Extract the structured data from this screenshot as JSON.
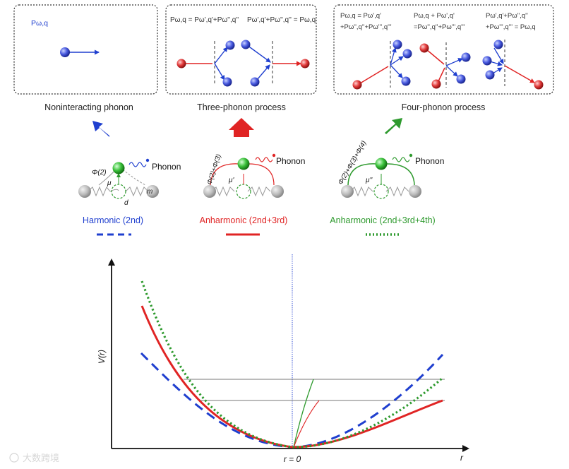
{
  "panels": {
    "noninteracting": {
      "caption": "Noninteracting phonon",
      "formula": "Pω,q"
    },
    "three_phonon": {
      "caption": "Three-phonon process",
      "formula_left": "Pω,q = Pω',q'+Pω'',q''",
      "formula_right": "Pω',q'+Pω'',q'' = Pω,q"
    },
    "four_phonon": {
      "caption": "Four-phonon process",
      "formula_a_line1": "Pω,q = Pω',q'",
      "formula_a_line2": "+Pω'',q''+Pω''',q'''",
      "formula_b_line1": "Pω,q + Pω',q'",
      "formula_b_line2": "=Pω'',q''+Pω''',q'''",
      "formula_c_line1": "Pω',q'+Pω'',q''",
      "formula_c_line2": "+Pω''',q''' = Pω,q"
    }
  },
  "models": {
    "harmonic": {
      "label": "Harmonic (2nd)",
      "phonon": "Phonon",
      "phi": "Φ(2)",
      "mu": "μ",
      "d": "d",
      "m": "m",
      "color": "#1f3fcf"
    },
    "anharmonic3": {
      "label": "Anharmonic (2nd+3rd)",
      "phonon": "Phonon",
      "phi": "Φ(2)+Φ(3)",
      "mu": "μ'",
      "color": "#e02424"
    },
    "anharmonic4": {
      "label": "Anharmonic (2nd+3rd+4th)",
      "phonon": "Phonon",
      "phi": "Φ(2)+Φ(3)+Φ(4)",
      "mu": "μ''",
      "color": "#2e9a2e"
    }
  },
  "plot": {
    "ylabel": "V(r)",
    "xlabel": "r",
    "origin_label": "r = 0"
  },
  "watermark": "大数跨境",
  "colors": {
    "blue": "#1f3fcf",
    "red": "#e02424",
    "green": "#2e9a2e",
    "gray": "#9a9a9a"
  }
}
